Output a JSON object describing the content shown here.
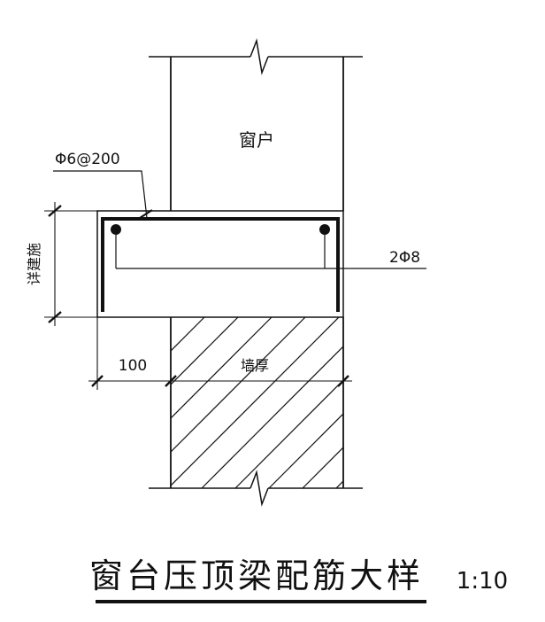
{
  "drawing": {
    "window_label": "窗户",
    "stirrup_label": "Φ6@200",
    "rebar_label": "2Φ8",
    "height_label": "详建施",
    "offset_label": "100",
    "wall_thickness_label": "墙厚",
    "title": "窗台压顶梁配筋大样",
    "scale": "1:10"
  }
}
